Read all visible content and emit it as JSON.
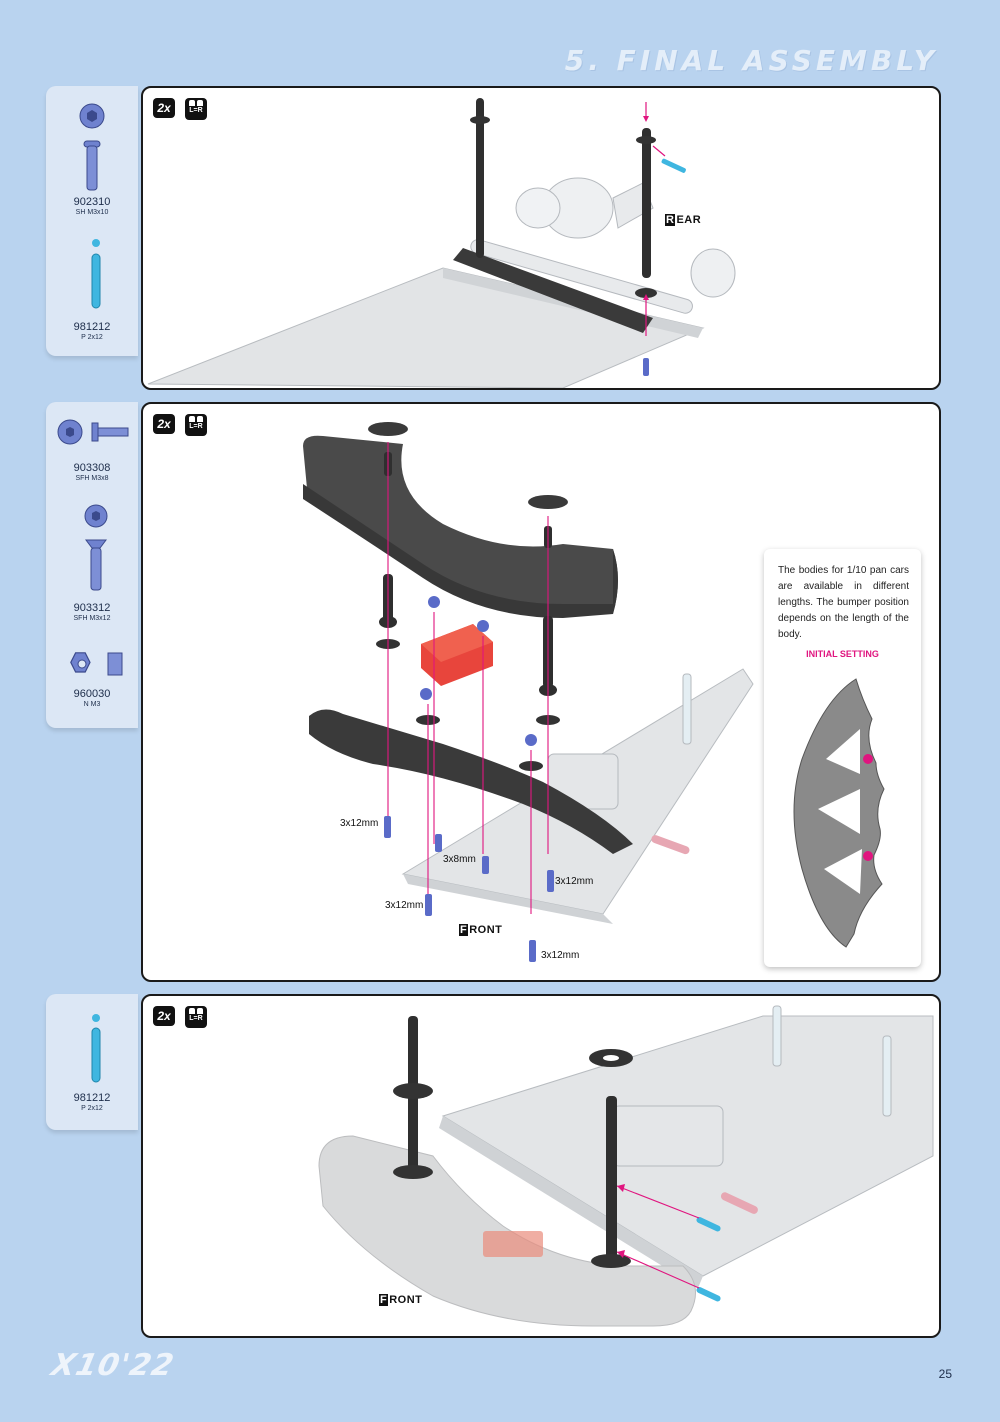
{
  "header": {
    "title": "5. FINAL ASSEMBLY"
  },
  "steps": [
    {
      "multiplier": "2x",
      "lr": "L=R",
      "parts": [
        {
          "code": "902310",
          "desc": "SH M3x10"
        },
        {
          "code": "981212",
          "desc": "P 2x12"
        }
      ],
      "direction": {
        "letter": "R",
        "rest": "EAR"
      }
    },
    {
      "multiplier": "2x",
      "lr": "L=R",
      "parts": [
        {
          "code": "903308",
          "desc": "SFH M3x8"
        },
        {
          "code": "903312",
          "desc": "SFH M3x12"
        },
        {
          "code": "960030",
          "desc": "N M3"
        }
      ],
      "labels": [
        "3x12mm",
        "3x8mm",
        "3x12mm",
        "3x12mm",
        "3x12mm"
      ],
      "direction": {
        "letter": "F",
        "rest": "RONT"
      },
      "note": {
        "text": "The bodies for 1/10 pan cars are available in different lengths. The bumper position depends on the length of the body.",
        "initial_setting": "INITIAL SETTING"
      }
    },
    {
      "multiplier": "2x",
      "lr": "L=R",
      "parts": [
        {
          "code": "981212",
          "desc": "P 2x12"
        }
      ],
      "direction": {
        "letter": "F",
        "rest": "RONT"
      }
    }
  ],
  "footer": {
    "brand": "X10'22",
    "page": "25"
  },
  "colors": {
    "background": "#b9d3ef",
    "accent": "#e0157f",
    "pin": "#3fb6e0",
    "screw": "#5a6bc8"
  }
}
